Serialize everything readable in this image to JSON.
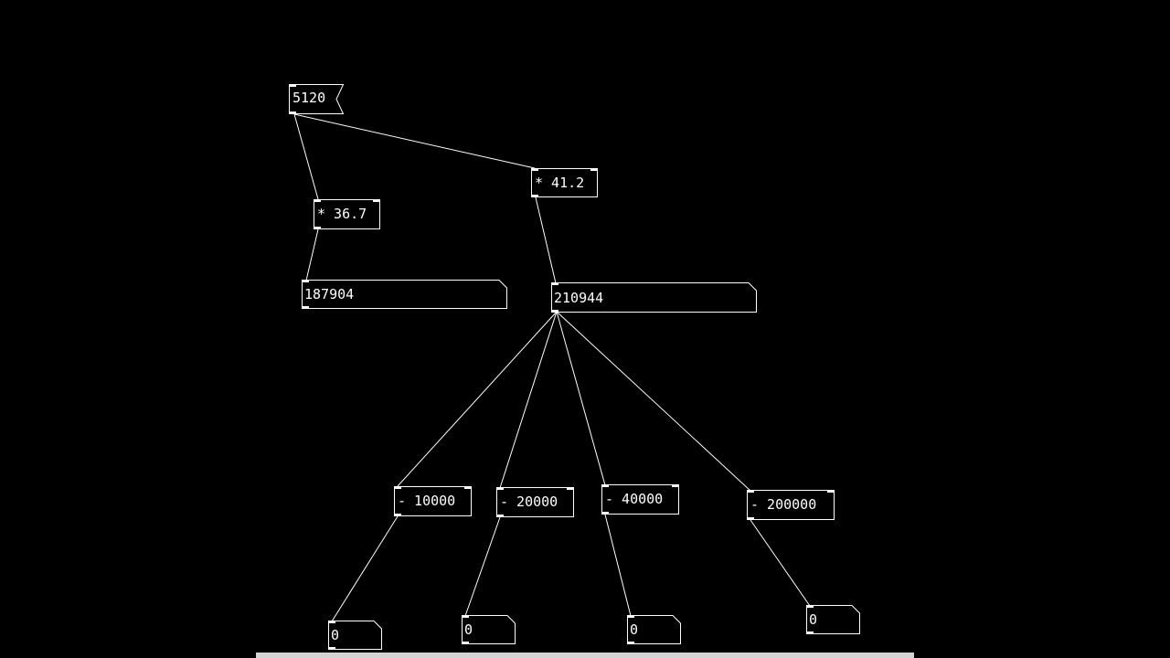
{
  "patch": {
    "message": {
      "value": "5120"
    },
    "multipliers": [
      {
        "label": "* 36.7"
      },
      {
        "label": "* 41.2"
      }
    ],
    "results": [
      {
        "value": "187904"
      },
      {
        "value": "210944"
      }
    ],
    "subtractors": [
      {
        "label": "- 10000"
      },
      {
        "label": "- 20000"
      },
      {
        "label": "- 40000"
      },
      {
        "label": "- 200000"
      }
    ],
    "outputs": [
      {
        "value": "0"
      },
      {
        "value": "0"
      },
      {
        "value": "0"
      },
      {
        "value": "0"
      }
    ]
  },
  "colors": {
    "background": "#000000",
    "foreground": "#ffffff",
    "bottom_strip": "#d4d4d4"
  }
}
